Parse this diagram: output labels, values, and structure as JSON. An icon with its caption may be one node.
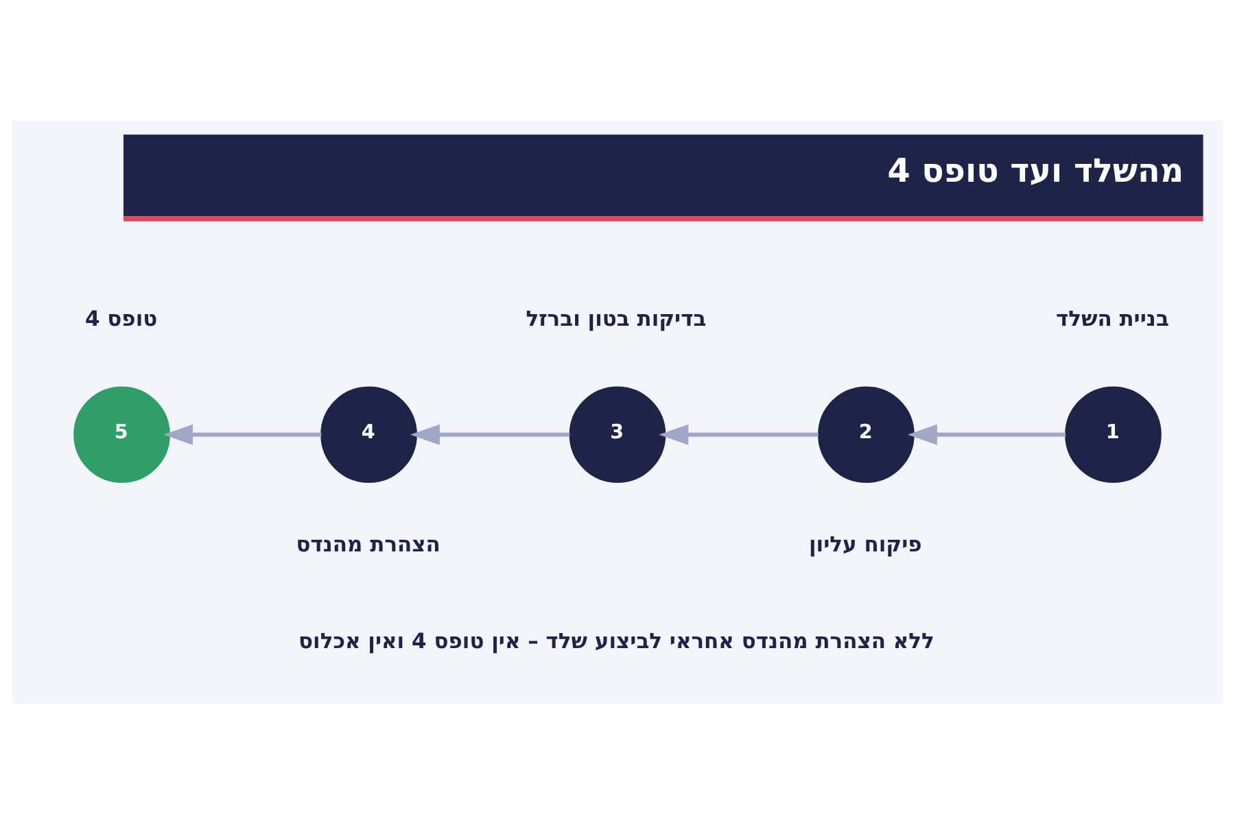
{
  "diagram": {
    "title": "מהשלד ועד טופס 4",
    "nodes": [
      {
        "text": [
          "1"
        ],
        "beside": [
          "בניית השלד"
        ]
      },
      {
        "text": [
          "2"
        ],
        "beside": [
          "פיקוח עליון"
        ]
      },
      {
        "text": [
          "3"
        ],
        "beside": [
          "בדיקות בטון וברזל"
        ]
      },
      {
        "text": [
          "4"
        ],
        "beside": [
          "הצהרת מהנדס"
        ]
      },
      {
        "text": [
          "5"
        ],
        "beside": [
          "טופס 4"
        ]
      }
    ],
    "edges": [
      {
        "from": 0,
        "to": 1,
        "arrow": "to"
      },
      {
        "from": 1,
        "to": 2,
        "arrow": "to"
      },
      {
        "from": 2,
        "to": 3,
        "arrow": "to"
      },
      {
        "from": 3,
        "to": 4,
        "arrow": "to"
      }
    ],
    "labels": [
      "ללא הצהרת מהנדס אחראי לביצוע שלד – אין טופס 4 ואין אכלוס"
    ]
  }
}
